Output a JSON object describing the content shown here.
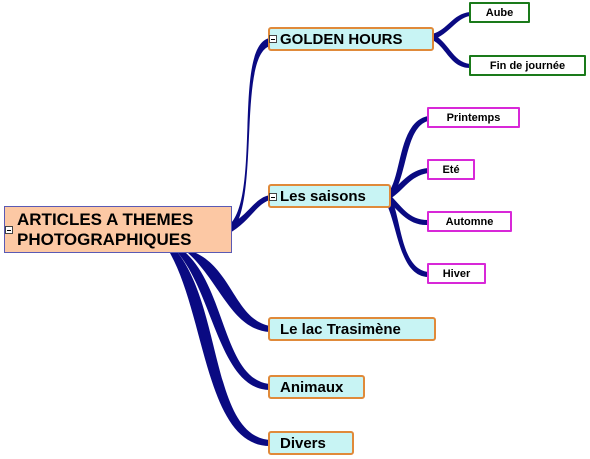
{
  "root": {
    "line1": "ARTICLES A THEMES",
    "line2": "PHOTOGRAPHIQUES"
  },
  "topics": {
    "golden_hours": {
      "label": "GOLDEN HOURS",
      "children": [
        "Aube",
        "Fin de journée"
      ]
    },
    "saisons": {
      "label": "Les saisons",
      "children": [
        "Printemps",
        "Eté",
        "Automne",
        "Hiver"
      ]
    },
    "trasimene": {
      "label": "Le lac Trasimène"
    },
    "animaux": {
      "label": "Animaux"
    },
    "divers": {
      "label": "Divers"
    }
  },
  "colors": {
    "connector": "#0a0a82",
    "root_fill": "#fcc8a4",
    "topic_fill": "#c8f4f4",
    "topic_border": "#e08a3a",
    "leaf_green_border": "#1a7a1a",
    "leaf_pink_border": "#d828d8"
  }
}
